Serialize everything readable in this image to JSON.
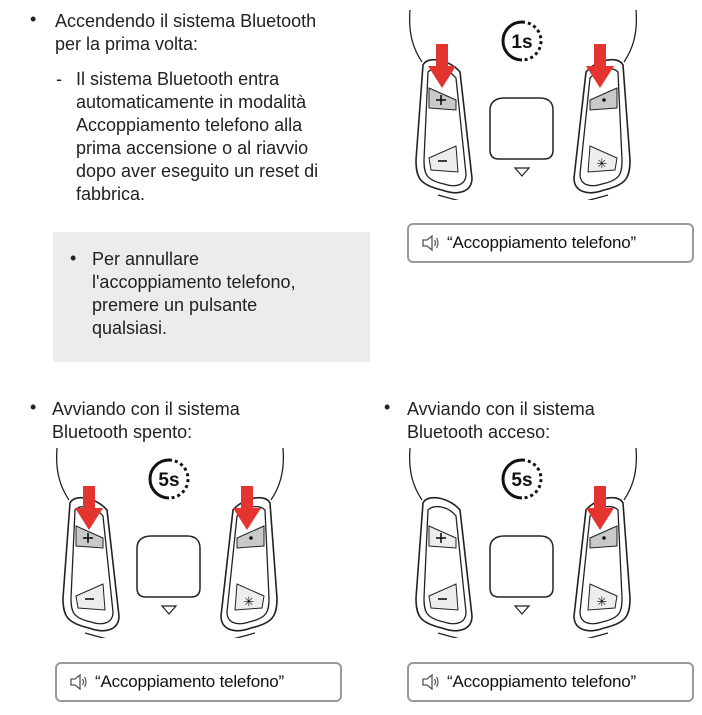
{
  "section1": {
    "bullet_lines": [
      "Accendendo il sistema Bluetooth",
      "per la prima volta:"
    ],
    "dash": "-",
    "sub_lines": [
      "Il sistema Bluetooth entra",
      "automaticamente in modalità",
      "Accoppiamento telefono alla",
      "prima accensione o al riavvio",
      "dopo aver eseguito un reset di",
      "fabbrica."
    ],
    "note_lines": [
      "Per annullare",
      "l'accoppiamento telefono,",
      "premere un pulsante",
      "qualsiasi."
    ],
    "timer": "1s",
    "voice": "“Accoppiamento telefono”"
  },
  "section2": {
    "bullet_lines": [
      "Avviando con il sistema",
      "Bluetooth spento:"
    ],
    "timer": "5s",
    "voice": "“Accoppiamento telefono”"
  },
  "section3": {
    "bullet_lines": [
      "Avviando con il sistema",
      "Bluetooth acceso:"
    ],
    "timer": "5s",
    "voice": "“Accoppiamento telefono”"
  },
  "colors": {
    "arrow": "#e3342f",
    "outline": "#222222",
    "note_bg": "#ececec",
    "voice_border": "#9a9a9a"
  },
  "icons": {
    "speaker": "speaker-icon",
    "timer": "timer-icon",
    "arrow": "press-arrow-icon"
  }
}
